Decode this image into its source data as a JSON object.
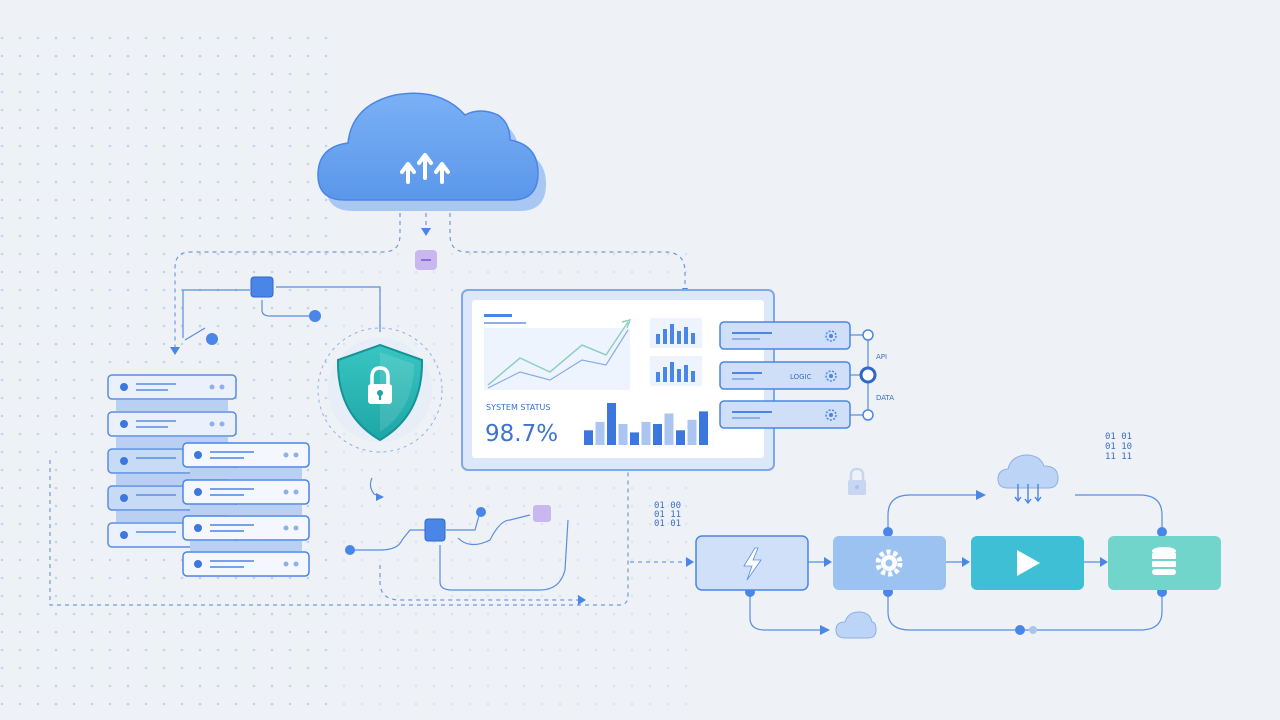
{
  "dashboard": {
    "status_label": "SYSTEM STATUS",
    "status_value": "98.7%",
    "bar_values": [
      0.35,
      0.55,
      1.0,
      0.5,
      0.3,
      0.55,
      0.5,
      0.75,
      0.35,
      0.6,
      0.8
    ]
  },
  "services": {
    "labels": [
      "",
      "LOGIC",
      ""
    ],
    "side_labels": [
      "API",
      "DATA"
    ]
  },
  "binary": {
    "right": [
      "01 01",
      "01 10",
      "11 11"
    ],
    "middle": [
      "01 00",
      "01 11",
      "01 01"
    ]
  },
  "colors": {
    "accent": "#4a86e8",
    "teal": "#22b7b3",
    "cloud": "#6aa3f0",
    "panel_border": "#7fa9ec",
    "purple": "#c9b8f0"
  },
  "icons": [
    "cloud-upload-icon",
    "shield-lock-icon",
    "server-stack-icon",
    "lightning-icon",
    "gear-icon",
    "play-icon",
    "database-icon",
    "cloud-download-icon",
    "lock-icon"
  ]
}
